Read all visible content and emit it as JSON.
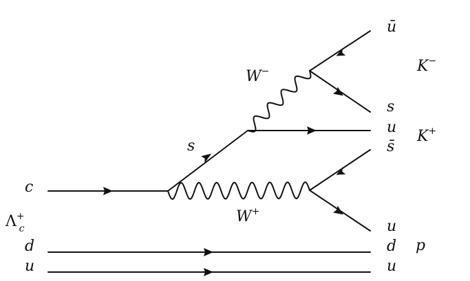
{
  "labels": {
    "c": "c",
    "lambda_base": "Λ",
    "lambda_sub": "c",
    "lambda_sup": "+",
    "d_left": "d",
    "u_left": "u",
    "s_mid": "s",
    "W_minus_base": "W",
    "W_minus_sup": "−",
    "W_plus_base": "W",
    "W_plus_sup": "+",
    "ubar": "ū",
    "s_right": "s",
    "u_right_top": "u",
    "sbar": "s̄",
    "u_right_mid": "u",
    "d_right": "d",
    "u_right_bottom": "u",
    "K_minus_base": "K",
    "K_minus_sup": "−",
    "K_plus_base": "K",
    "K_plus_sup": "+",
    "p": "p"
  }
}
